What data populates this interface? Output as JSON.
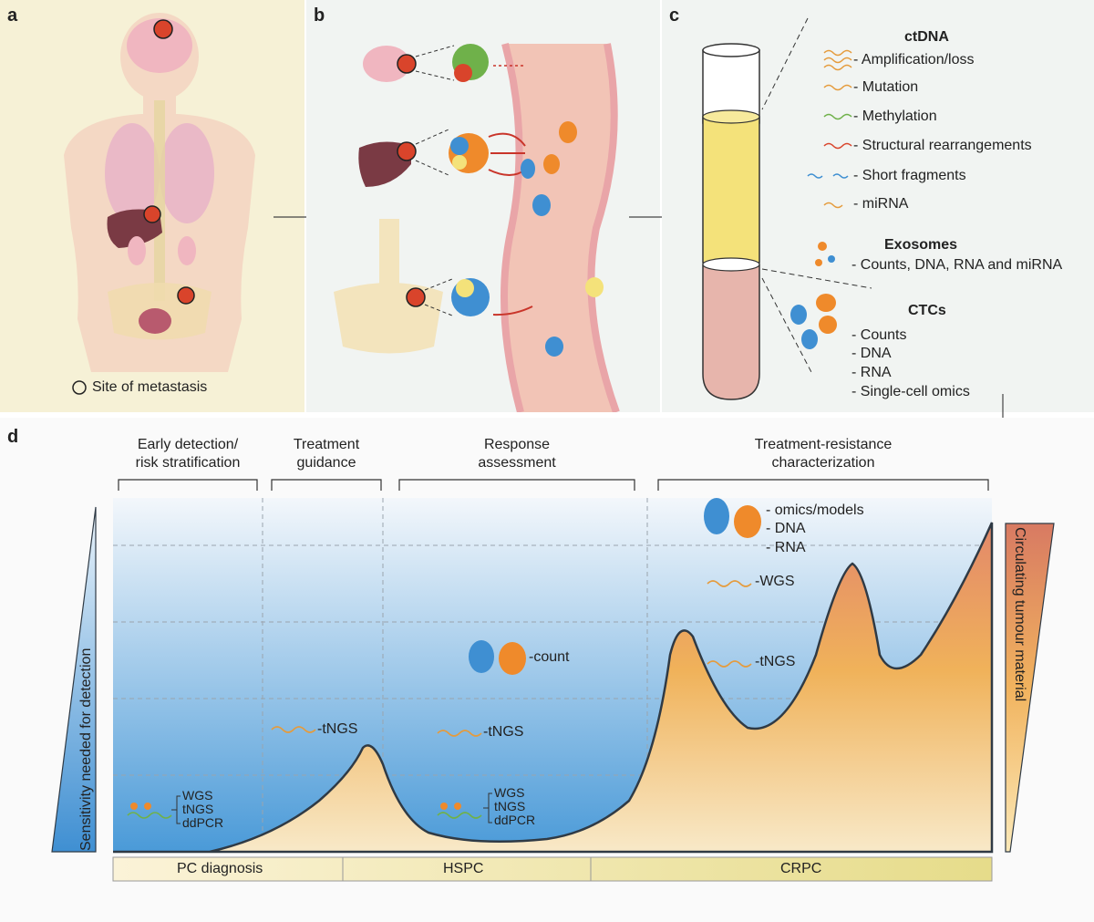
{
  "panels": {
    "a": {
      "label": "a",
      "legend": "Site of metastasis"
    },
    "b": {
      "label": "b"
    },
    "c": {
      "label": "c",
      "ctdna": {
        "title": "ctDNA",
        "items": [
          "- Amplification/loss",
          "- Mutation",
          "- Methylation",
          "- Structural rearrangements",
          "- Short fragments",
          "- miRNA"
        ]
      },
      "exosomes": {
        "title": "Exosomes",
        "items": [
          "- Counts, DNA, RNA and miRNA"
        ]
      },
      "ctcs": {
        "title": "CTCs",
        "items": [
          "- Counts",
          "- DNA",
          "- RNA",
          "- Single-cell omics"
        ]
      }
    },
    "d": {
      "label": "d",
      "headers": [
        {
          "line1": "Early detection/",
          "line2": "risk stratification"
        },
        {
          "line1": "Treatment",
          "line2": "guidance"
        },
        {
          "line1": "Response",
          "line2": "assessment"
        },
        {
          "line1": "Treatment-resistance",
          "line2": "characterization"
        }
      ],
      "left_axis_label": "Sensitivity needed for detection",
      "right_axis_label": "Circulating tumour material",
      "stages": [
        "PC diagnosis",
        "HSPC",
        "CRPC"
      ],
      "annotations": {
        "early": [
          "WGS",
          "tNGS",
          "ddPCR"
        ],
        "guidance": "-tNGS",
        "response_count": "-count",
        "response_tngs": "-tNGS",
        "response_low": [
          "WGS",
          "tNGS",
          "ddPCR"
        ],
        "crpc_cells": [
          "- omics/models",
          "- DNA",
          "- RNA"
        ],
        "crpc_wgs": "-WGS",
        "crpc_tngs": "-tNGS"
      }
    }
  },
  "colors": {
    "panel_a_bg": "#f6f1d6",
    "panel_bc_bg": "#f1f4f2",
    "metastasis_red": "#d9442b",
    "cell_blue": "#3f8fd2",
    "cell_orange": "#ef8a2b",
    "tube_yellow": "#f4e27a",
    "tube_red": "#e7b5ac",
    "vessel": "#f2c4b6"
  }
}
